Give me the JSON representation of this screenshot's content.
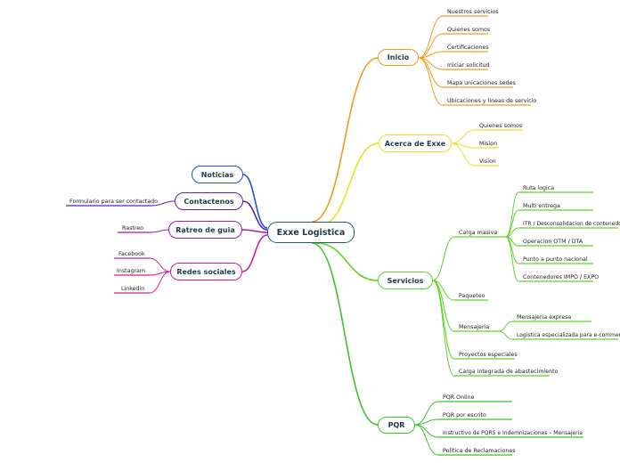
{
  "root": "Exxe Logistica",
  "branches": {
    "inicio": {
      "label": "Inicio",
      "color": "#f29a1d",
      "items": [
        "Nuestros servicios",
        "Quienes somos",
        "Certificaciones",
        "Iniciar solicitud",
        "Mapa unicaciones sedes",
        "Ubicaciones y lineas de servicio"
      ]
    },
    "acerca": {
      "label": "Acerca de Exxe",
      "color": "#e6e22a",
      "items": [
        "Quienes somos",
        "Mision",
        "Vision"
      ]
    },
    "servicios": {
      "label": "Servicios",
      "color": "#5ed42a",
      "carga": {
        "label": "Carga masiva",
        "items": [
          "Ruta logica",
          "Multi entrega",
          "ITR / Desconsolidacion de contenedores",
          "Operacion OTM / DTA",
          "Punto a punto nacional",
          "Contenedores IMPO / EXPO"
        ]
      },
      "paqueteo": "Paqueteo",
      "mensajeria": {
        "label": "Mensajeria",
        "items": [
          "Mensajeria expresa",
          "Logistica especializada para e-commerce"
        ]
      },
      "proyectos": "Proyectos especiales",
      "integrada": "Carga integrada de abastecimiento"
    },
    "pqr": {
      "label": "PQR",
      "color": "#39c42a",
      "items": [
        "PQR Online",
        "PQR por escrito",
        "Instructivo de PQRS e Indemnizaciones – Mensajeria",
        "Politica de Reclamaciones"
      ]
    },
    "noticias": {
      "label": "Noticias",
      "color": "#1d4fd8"
    },
    "contactenos": {
      "label": "Contactenos",
      "color": "#5a23b8",
      "items": [
        "Formulario para ser contactado"
      ]
    },
    "ratreo": {
      "label": "Ratreo de guia",
      "color": "#a21caf",
      "items": [
        "Rastreo"
      ]
    },
    "redes": {
      "label": "Redes sociales",
      "color": "#d31a9c",
      "items": [
        "Facebook",
        "Instagram",
        "Linkedin"
      ]
    }
  },
  "colors": {
    "root_border": "#1f5a80",
    "text": "#1f3a4a"
  }
}
